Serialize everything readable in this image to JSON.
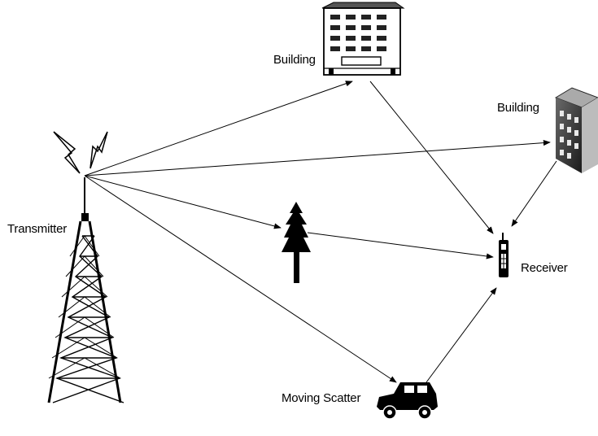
{
  "labels": {
    "building_top": "Building",
    "building_right": "Building",
    "transmitter": "Transmitter",
    "receiver": "Receiver",
    "moving_scatter": "Moving Scatter"
  },
  "icons": {
    "transmitter": "lattice-tower-icon",
    "signal": "lightning-bolt-icon",
    "building_top": "office-building-icon",
    "building_right": "tall-building-icon",
    "tree": "pine-tree-icon",
    "car": "car-icon",
    "receiver": "mobile-phone-icon"
  }
}
